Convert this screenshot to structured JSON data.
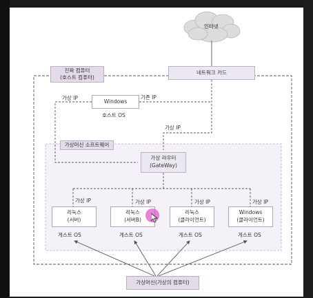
{
  "diagram": {
    "internet": "인터넷",
    "real_computer": {
      "line1": "진짜 컴퓨터",
      "line2": "(호스트 컴퓨터)"
    },
    "network_card": "네트워크 카드",
    "host_os": {
      "name": "Windows",
      "caption": "호스트 OS"
    },
    "host_virtual_ip": "가상 IP",
    "host_existing_ip": "기존 IP",
    "router_virtual_ip": "가상 IP",
    "vm_software": "가상머신 소프트웨어",
    "router": {
      "line1": "가상 라우터",
      "line2": "(GateWay)"
    },
    "guests": [
      {
        "line1": "리눅스",
        "line2": "(서버)",
        "ip": "가상 IP",
        "caption": "게스트 OS"
      },
      {
        "line1": "리눅스",
        "line2": "(서버B)",
        "ip": "가상 IP",
        "caption": "게스트 OS"
      },
      {
        "line1": "리눅스",
        "line2": "(클라이언트)",
        "ip": "가상 IP",
        "caption": "게스트 OS"
      },
      {
        "line1": "Windows",
        "line2": "(클라이언트)",
        "ip": "가상 IP",
        "caption": "게스트 OS"
      }
    ],
    "vm_label": "가상머신(가상의 컴퓨터)"
  },
  "colors": {
    "vm_area": "#f5f1f8",
    "tag_fill": "#e3dbe9",
    "cursor": "#e25ac8"
  }
}
